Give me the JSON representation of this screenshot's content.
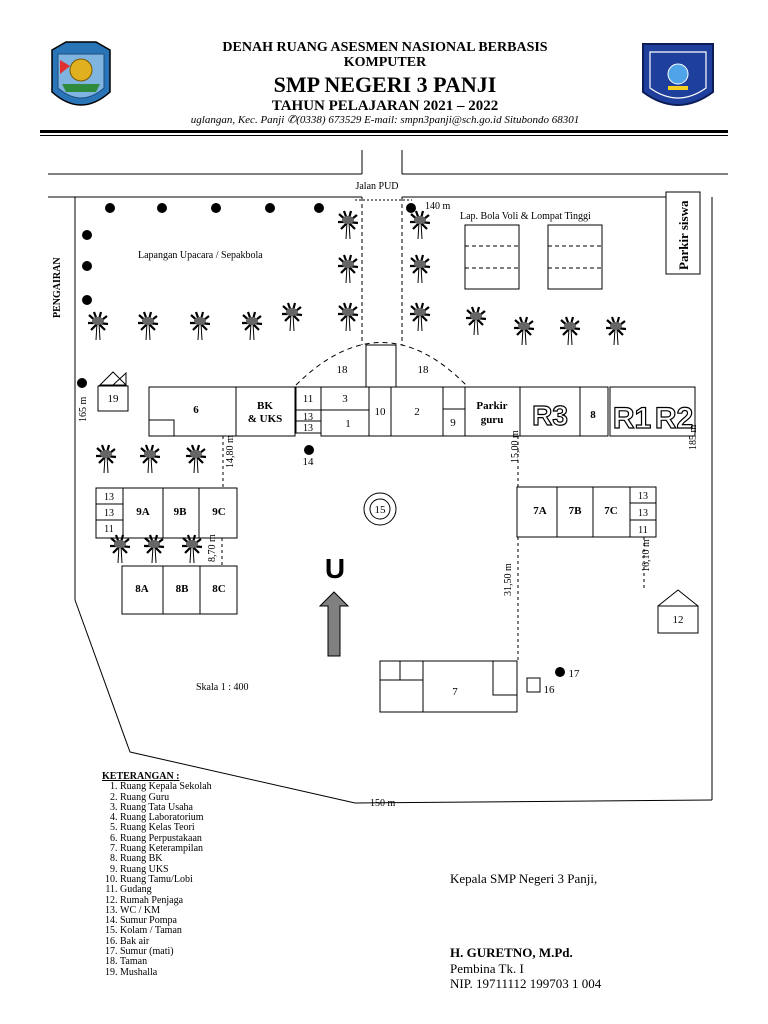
{
  "header": {
    "title_line1": "DENAH RUANG ASESMEN NASIONAL BERBASIS",
    "title_line2": "KOMPUTER",
    "school": "SMP NEGERI 3 PANJI",
    "year": "TAHUN PELAJARAN 2021 – 2022",
    "address": "uglangan, Kec. Panji ✆(0338) 673529 E-mail: smpn3panji@sch.go.id Situbondo 68301"
  },
  "map": {
    "street": "Jalan PUD",
    "side_label": "PENGAIRAN",
    "field_label": "Lapangan Upacara / Sepakbola",
    "voli_label": "Lap. Bola Voli & Lompat Tinggi",
    "parkir_siswa": "Parkir siswa",
    "parkir_guru_1": "Parkir",
    "parkir_guru_2": "guru",
    "scale": "Skala  1 : 400",
    "north": "U",
    "dims": {
      "top": "140 m",
      "bottom": "150 m",
      "left": "165 m",
      "right": "185 m",
      "d1": "14,80 m",
      "d2": "8,70 m",
      "d3": "15,00 m",
      "d4": "31,50 m",
      "d5": "16,10 m"
    },
    "rooms": {
      "r6": "6",
      "bk1": "BK",
      "bk2": "& UKS",
      "r11": "11",
      "r3": "3",
      "r13": "13",
      "r1": "1",
      "r10": "10",
      "r2": "2",
      "r9": "9",
      "r18": "18",
      "r19": "19",
      "r14": "14",
      "r15": "15",
      "R3": "R3",
      "r8": "8",
      "R1": "R1",
      "R2": "R2",
      "c9a": "9A",
      "c9b": "9B",
      "c9c": "9C",
      "c8a": "8A",
      "c8b": "8B",
      "c8c": "8C",
      "c7a": "7A",
      "c7b": "7B",
      "c7c": "7C",
      "r12": "12",
      "r7": "7",
      "r16": "16",
      "r17": "17"
    }
  },
  "legend": {
    "title": "KETERANGAN :",
    "items": [
      "Ruang Kepala Sekolah",
      "Ruang Guru",
      "Ruang Tata Usaha",
      "Ruang Laboratorium",
      "Ruang Kelas Teori",
      " Ruang Perpustakaan",
      "Ruang Keterampilan",
      "Ruang BK",
      "Ruang UKS",
      "Ruang Tamu/Lobi",
      "Gudang",
      "Rumah Penjaga",
      "WC / KM",
      "Sumur Pompa",
      "Kolam / Taman",
      "Bak air",
      "Sumur (mati)",
      "Taman",
      "Mushalla"
    ]
  },
  "signature": {
    "role": "Kepala SMP Negeri 3 Panji,",
    "name": "H. GURETNO, M.Pd.",
    "rank": "Pembina Tk. I",
    "nip": "NIP. 19711112 199703 1 004"
  }
}
